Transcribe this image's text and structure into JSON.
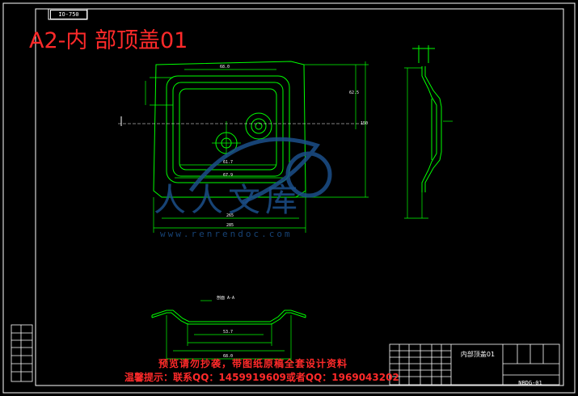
{
  "drawing": {
    "heading": "A2-内 部顶盖01",
    "project_code": "IO-750",
    "section_caption": "剖面 A-A",
    "title_block": {
      "part_name": "内部顶盖01",
      "drawing_code": "NBDG-01"
    },
    "watermark": {
      "brand": "人人文库",
      "url": "www.renrendoc.com"
    },
    "notice": {
      "line1": "预览请勿抄袭，带图纸原稿全套设计资料",
      "line2": "温馨提示：联系QQ：1459919609或者QQ：1969043202"
    },
    "dimensions": {
      "top_width": "68.0",
      "inner_width": "61.7",
      "inner_width2": "67.9",
      "overall_width": "265",
      "overall_width2": "285",
      "section_w1": "53.7",
      "section_w2": "68.0",
      "right_h": "62.5",
      "right_h2": "150"
    },
    "colors": {
      "background": "#000000",
      "linework": "#ffffff",
      "part": "#00ff00",
      "annotation": "#ff2a2a",
      "watermark": "#1c4f8a"
    }
  }
}
